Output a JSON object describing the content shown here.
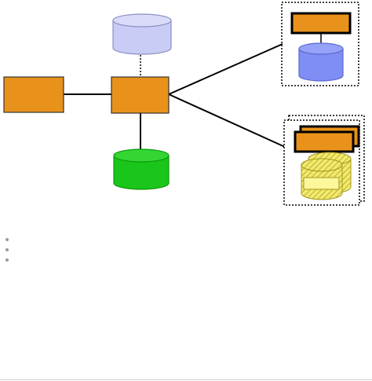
{
  "colors": {
    "box_fill": "#e8921c",
    "box_stroke": "#333333",
    "db_lavender_fill": "#c9ccf4",
    "db_lavender_stroke": "#8a8fc2",
    "db_blue_fill": "#7f8ef5",
    "db_blue_stroke": "#5b68cf",
    "db_green_fill": "#19c619",
    "db_green_stroke": "#0d9a0d",
    "db_yellow_fill": "#f1ea6c",
    "db_yellow_stroke": "#a6961e",
    "line": "#000000",
    "bullet": "#9a9a9a"
  },
  "icons": {
    "bullet": "small-grey-dot"
  },
  "diagram": {
    "nodes": [
      "left-server",
      "central-server",
      "top-database",
      "bottom-database",
      "remote-site-top",
      "remote-site-bottom"
    ],
    "edges": [
      [
        "left-server",
        "central-server"
      ],
      [
        "central-server",
        "top-database"
      ],
      [
        "central-server",
        "bottom-database"
      ],
      [
        "central-server",
        "remote-site-top"
      ],
      [
        "central-server",
        "remote-site-bottom"
      ]
    ],
    "labels": []
  },
  "bullets": [
    "",
    "",
    ""
  ]
}
